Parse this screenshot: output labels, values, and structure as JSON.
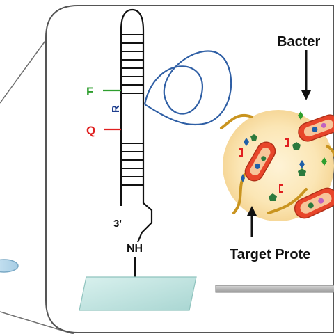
{
  "labels": {
    "bacteria": "Bacter",
    "target_protein": "Target Prote",
    "fluorophore": "F",
    "quencher": "Q",
    "receptor": "R",
    "three_prime": "3'",
    "amine_linker": "NH"
  },
  "colors": {
    "panel_border": "#555555",
    "panel_fill": "#ffffff",
    "zoom_lines": "#6e6e6e",
    "fluorophore": "#2e9e2e",
    "quencher": "#e02020",
    "receptor": "#1f3f8f",
    "aptamer_loop": "#2f5fa5",
    "glass_slide": "#bfe3e0",
    "bacterium_body": "#e8452a",
    "bacterium_core": "#f7c59a",
    "sample_halo": "#fbe6b5",
    "pili": "#c9941f"
  },
  "icons": {
    "arrow": "arrow-down-icon",
    "bacterium": "bacterium-icon",
    "protein": "protein-icon"
  }
}
